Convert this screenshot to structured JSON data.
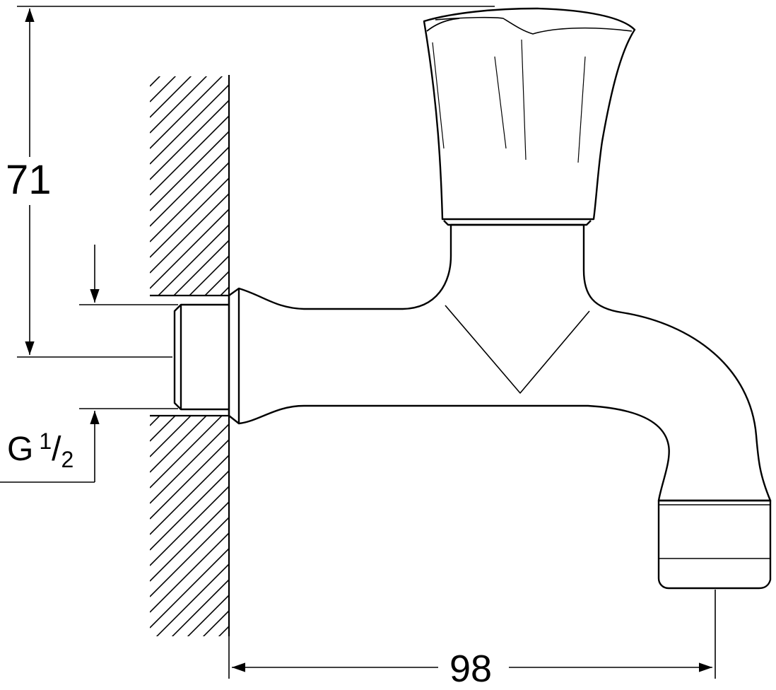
{
  "dimensions": {
    "height": "71",
    "length": "98",
    "thread": {
      "letter": "G",
      "numerator": "1",
      "slash": "/",
      "denominator": "2"
    }
  },
  "colors": {
    "line": "#000000",
    "background": "#ffffff"
  }
}
